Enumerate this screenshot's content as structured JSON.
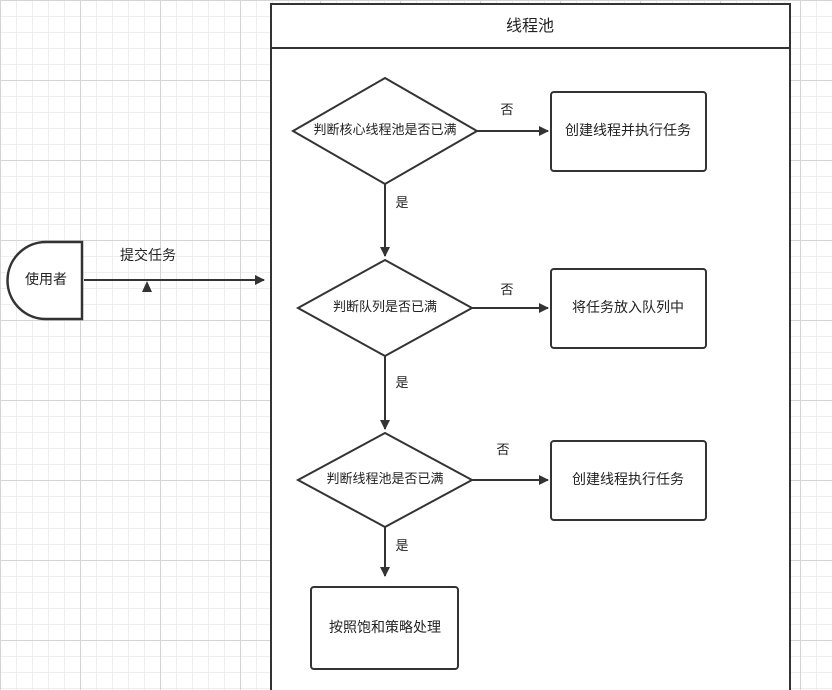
{
  "pool": {
    "title": "线程池"
  },
  "user": {
    "label": "使用者"
  },
  "submit": {
    "label": "提交任务"
  },
  "decisions": [
    {
      "label": "判断核心线程池是否已满",
      "no_label": "否",
      "yes_label": "是"
    },
    {
      "label": "判断队列是否已满",
      "no_label": "否",
      "yes_label": "是"
    },
    {
      "label": "判断线程池是否已满",
      "no_label": "否",
      "yes_label": "是"
    }
  ],
  "actions": [
    {
      "label": "创建线程并执行任务"
    },
    {
      "label": "将任务放入队列中"
    },
    {
      "label": "创建线程执行任务"
    }
  ],
  "final": {
    "label": "按照饱和策略处理"
  },
  "colors": {
    "stroke": "#333333",
    "fill": "#ffffff",
    "grid": "#d4d4d4"
  }
}
